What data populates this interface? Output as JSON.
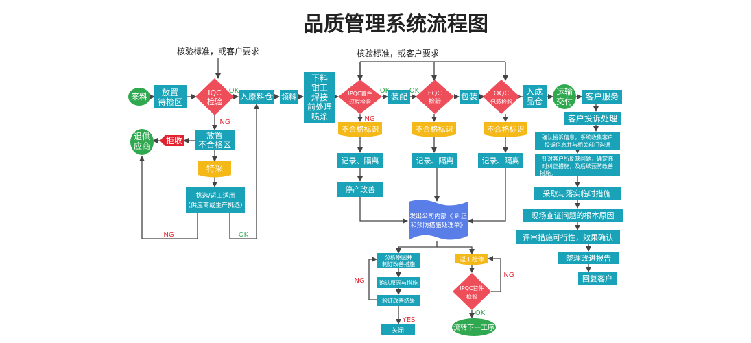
{
  "title": "品质管理系统流程图",
  "colors": {
    "box": "#1aa3b8",
    "diamond": "#ee4d5a",
    "yellow": "#f5b819",
    "green": "#2fa84f",
    "reject": "#e2222f",
    "doc": "#5a7ee8",
    "line": "#444444",
    "ok": "#2fa84f",
    "ng": "#e2222f"
  },
  "left": {
    "standard_note": "核验标准，或客户要求",
    "incoming": "来料",
    "hold": [
      "放置",
      "待检区"
    ],
    "iqc": [
      "IQC",
      "检验"
    ],
    "ok": "OK",
    "ng": "NG",
    "warehouse_in": "入原料仓",
    "nonconforming": [
      "放置",
      "不合格区"
    ],
    "reject": "拒收",
    "return_supplier": [
      "退供",
      "应商"
    ],
    "special": "特采",
    "sort_rework": [
      "挑选/返工适用",
      "（供应商或生产挑选）"
    ],
    "ng_bottom": "NG",
    "ok_bottom": "OK"
  },
  "middle": {
    "pick": "领料",
    "processes": [
      "下料",
      "钳工",
      "焊接",
      "前处理",
      "喷涂"
    ],
    "standard_note": "核验标准，或客户要求",
    "ipqc_first": [
      "IPQC首件",
      "过程检验"
    ],
    "ok1": "OK",
    "assembly": "装配",
    "ok2": "OK",
    "fqc": [
      "FQC",
      "检验"
    ],
    "packing": "包装",
    "oqc": [
      "OQC",
      "包装检验"
    ],
    "ng_label": "NG",
    "nc_mark": "不合格标识",
    "record": "记录、隔离",
    "stop": "停产改善",
    "internal_doc": [
      "发出公司内部《 纠正",
      "和预防措施处理单》"
    ],
    "analyze": [
      "分析原因并",
      "制订改善措施"
    ],
    "confirm": "确认原因与措施",
    "verify": "验证改善结果",
    "close": "关闭",
    "ng_side": "NG",
    "yes": "YES",
    "rework": "返工检修",
    "ipqc_first2": [
      "IPQC首件",
      "检验"
    ],
    "ng_right": "NG",
    "ok_down": "OK",
    "next": "流转下一工序"
  },
  "right": {
    "finished": [
      "入成",
      "品仓"
    ],
    "transport": [
      "运输",
      "交付"
    ],
    "service": "客户服务",
    "complaint": "客户投诉处理",
    "info": [
      "确认投诉信息，系统收集客户",
      "投诉信息并与相关部门沟通"
    ],
    "measure": [
      "针对客户所反映问题，确定临",
      "时纠正措施，及后续预防改善",
      "措施。"
    ],
    "temp": "采取与落实临时措施",
    "investigate": "现场查证问题的根本原因",
    "evaluate": "评审措施可行性，效果确认",
    "report": "整理改进报告",
    "reply": "回复客户"
  }
}
